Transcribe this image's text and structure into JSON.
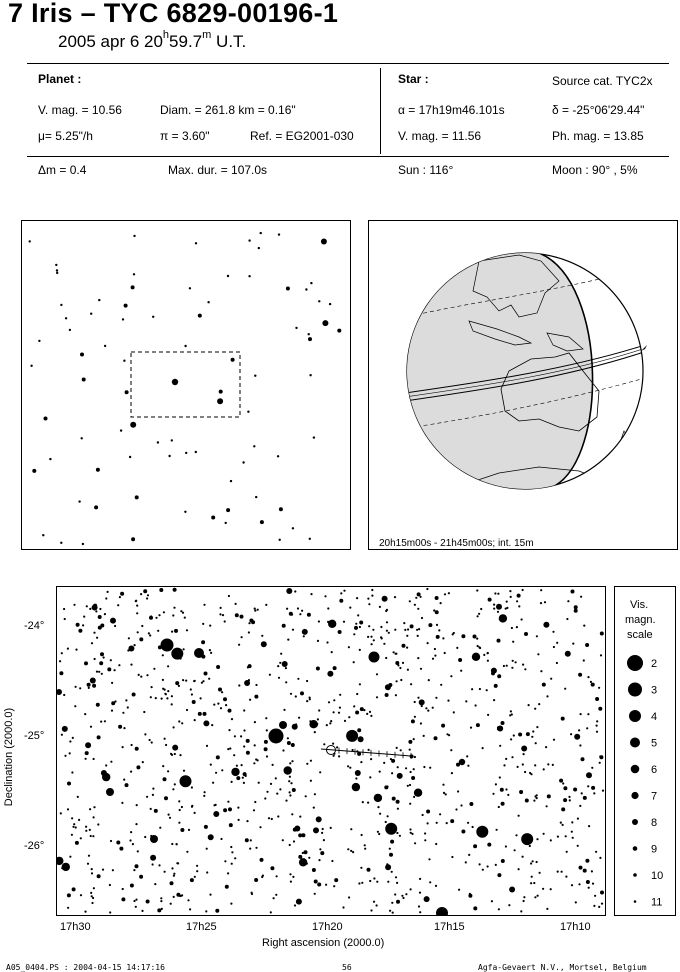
{
  "title": "7 Iris  –  TYC 6829-00196-1",
  "subtitle": {
    "date": "2005 apr  6  20",
    "h": "h",
    "min": "59.7",
    "m": "m",
    "ut": " U.T."
  },
  "planet": {
    "heading": "Planet :",
    "vmag": "V. mag. = 10.56",
    "diam": "Diam. = 261.8 km = 0.16\"",
    "mu": "μ=  5.25\"/h",
    "parallax": "π =  3.60\"",
    "ref": "Ref. = EG2001-030",
    "delta_m": "Δm = 0.4",
    "max_dur": "Max. dur. = 107.0s"
  },
  "star": {
    "heading": "Star :",
    "source": "Source cat.  TYC2x",
    "alpha": "α = 17h19m46.101s",
    "delta": "δ = -25°06'29.44\"",
    "vmag": "V. mag. = 11.56",
    "phmag": "Ph. mag. = 13.85",
    "sun": "Sun : 116°",
    "moon": "Moon :  90° ,  5%"
  },
  "globe": {
    "caption": "20h15m00s - 21h45m00s; int. 15m"
  },
  "chart": {
    "xlabel": "Right ascension (2000.0)",
    "ylabel": "Declination (2000.0)",
    "xticks": [
      "17h30",
      "17h25",
      "17h20",
      "17h15",
      "17h10"
    ],
    "yticks": [
      "-24°",
      "-25°",
      "-26°"
    ]
  },
  "legend": {
    "title": [
      "Vis.",
      "magn.",
      "scale"
    ],
    "items": [
      "2",
      "3",
      "4",
      "5",
      "6",
      "7",
      "8",
      "9",
      "10",
      "11"
    ]
  },
  "footer": {
    "left": "A05_0404.PS : 2004-04-15 14:17:16",
    "center": "56",
    "right": "Agfa-Gevaert N.V., Mortsel, Belgium"
  }
}
